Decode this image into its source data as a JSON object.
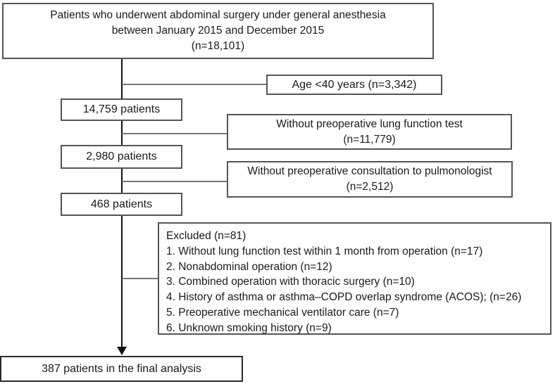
{
  "diagram": {
    "type": "patient-selection-flowchart",
    "background_color": "#ffffff",
    "colors": {
      "box_border": "#555555",
      "text": "#1a1a1a",
      "vertical_connector": "#111111",
      "branch_connector": "#757575"
    },
    "nodes": {
      "source": {
        "lines": [
          "Patients who underwent abdominal surgery under general anesthesia",
          "between January 2015 and December 2015",
          "(n=18,101)"
        ]
      },
      "exclusion_age": {
        "label": "Age <40 years (n=3,342)"
      },
      "cohort1": {
        "label": "14,759 patients"
      },
      "exclusion_lung_function": {
        "lines": [
          "Without preoperative lung function test",
          "(n=11,779)"
        ]
      },
      "cohort2": {
        "label": "2,980 patients"
      },
      "exclusion_consultation": {
        "lines": [
          "Without preoperative consultation to pulmonologist",
          "(n=2,512)"
        ]
      },
      "cohort3": {
        "label": "468 patients"
      },
      "exclusion_detail": {
        "lines": [
          "Excluded (n=81)",
          "1. Without lung function test within 1 month from operation (n=17)",
          "2. Nonabdominal operation (n=12)",
          "3. Combined operation with thoracic surgery (n=10)",
          "4. History of asthma or asthma–COPD overlap syndrome (ACOS); (n=26)",
          "5. Preoperative mechanical ventilator care (n=7)",
          "6. Unknown smoking history (n=9)"
        ]
      },
      "final": {
        "label": "387 patients in the final analysis"
      }
    }
  }
}
